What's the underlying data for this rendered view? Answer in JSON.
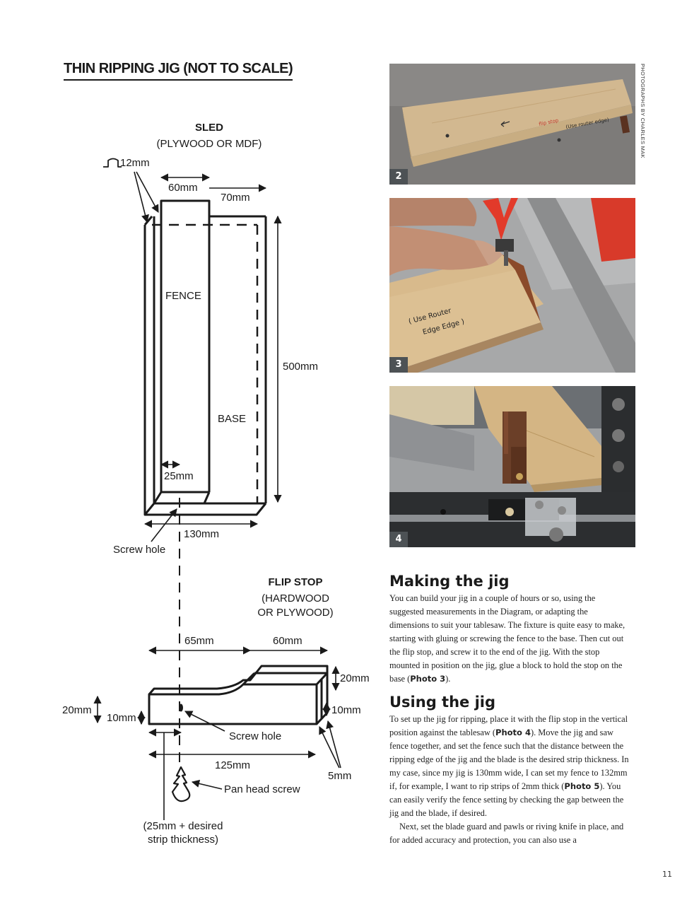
{
  "diagram": {
    "title": "THIN RIPPING JIG (NOT TO SCALE)",
    "sled_label": "SLED",
    "sled_material": "(PLYWOOD OR MDF)",
    "thickness_label": "12mm",
    "fence_width": "60mm",
    "base_offset": "70mm",
    "fence_label": "FENCE",
    "length_label": "500mm",
    "base_label": "BASE",
    "hole_offset": "25mm",
    "base_width": "130mm",
    "screw_hole_label": "Screw hole",
    "flip_stop_label": "FLIP STOP",
    "flip_stop_material_1": "(HARDWOOD",
    "flip_stop_material_2": "OR PLYWOOD)",
    "stop_left_length": "65mm",
    "stop_right_length": "60mm",
    "stop_tall_height": "20mm",
    "stop_height_left": "20mm",
    "stop_thin_left": "10mm",
    "stop_thin_right": "10mm",
    "stop_screw_hole_label": "Screw hole",
    "stop_total_length": "125mm",
    "stop_thickness": "5mm",
    "pan_head_label": "Pan head screw",
    "strip_note_1": "(25mm + desired",
    "strip_note_2": "strip thickness)"
  },
  "photos": [
    {
      "number": "2",
      "depicts": "wood board with pencil markings on tablesaw"
    },
    {
      "number": "3",
      "depicts": "hands clamping fence onto base with marker writing"
    },
    {
      "number": "4",
      "depicts": "jig with wooden flip stop against tablesaw fence"
    }
  ],
  "photo_credit": "PHOTOGRAPHS BY CHARLES MAK",
  "making": {
    "heading": "Making the jig",
    "paragraph": [
      "You can build your jig in a couple of hours or so, using the suggested measurements in the Diagram, or adapting the dimensions to suit your tablesaw. The fixture is quite easy to make, starting with gluing or screwing the fence to the base. Then cut out the flip stop, and screw it to the end of the jig. With the stop mounted in position on the jig, glue a block to hold the stop on the base (",
      "Photo 3",
      ")."
    ]
  },
  "using": {
    "heading": "Using the jig",
    "paragraph1": [
      "To set up the jig for ripping, place it with the flip stop in the vertical position against the tablesaw (",
      "Photo 4",
      "). Move the jig and saw fence together, and set the fence such that the distance between the ripping edge of the jig and the blade is the desired strip thickness. In my case, since my jig is 130mm wide, I can set my fence to 132mm if, for example, I want to rip strips of 2mm thick (",
      "Photo 5",
      "). You can easily verify the fence setting by checking the gap between the jig and the blade, if desired."
    ],
    "paragraph2": "Next, set the blade guard and pawls or riving knife in place, and for added accuracy and protection, you can also use a"
  },
  "page_number": "11"
}
